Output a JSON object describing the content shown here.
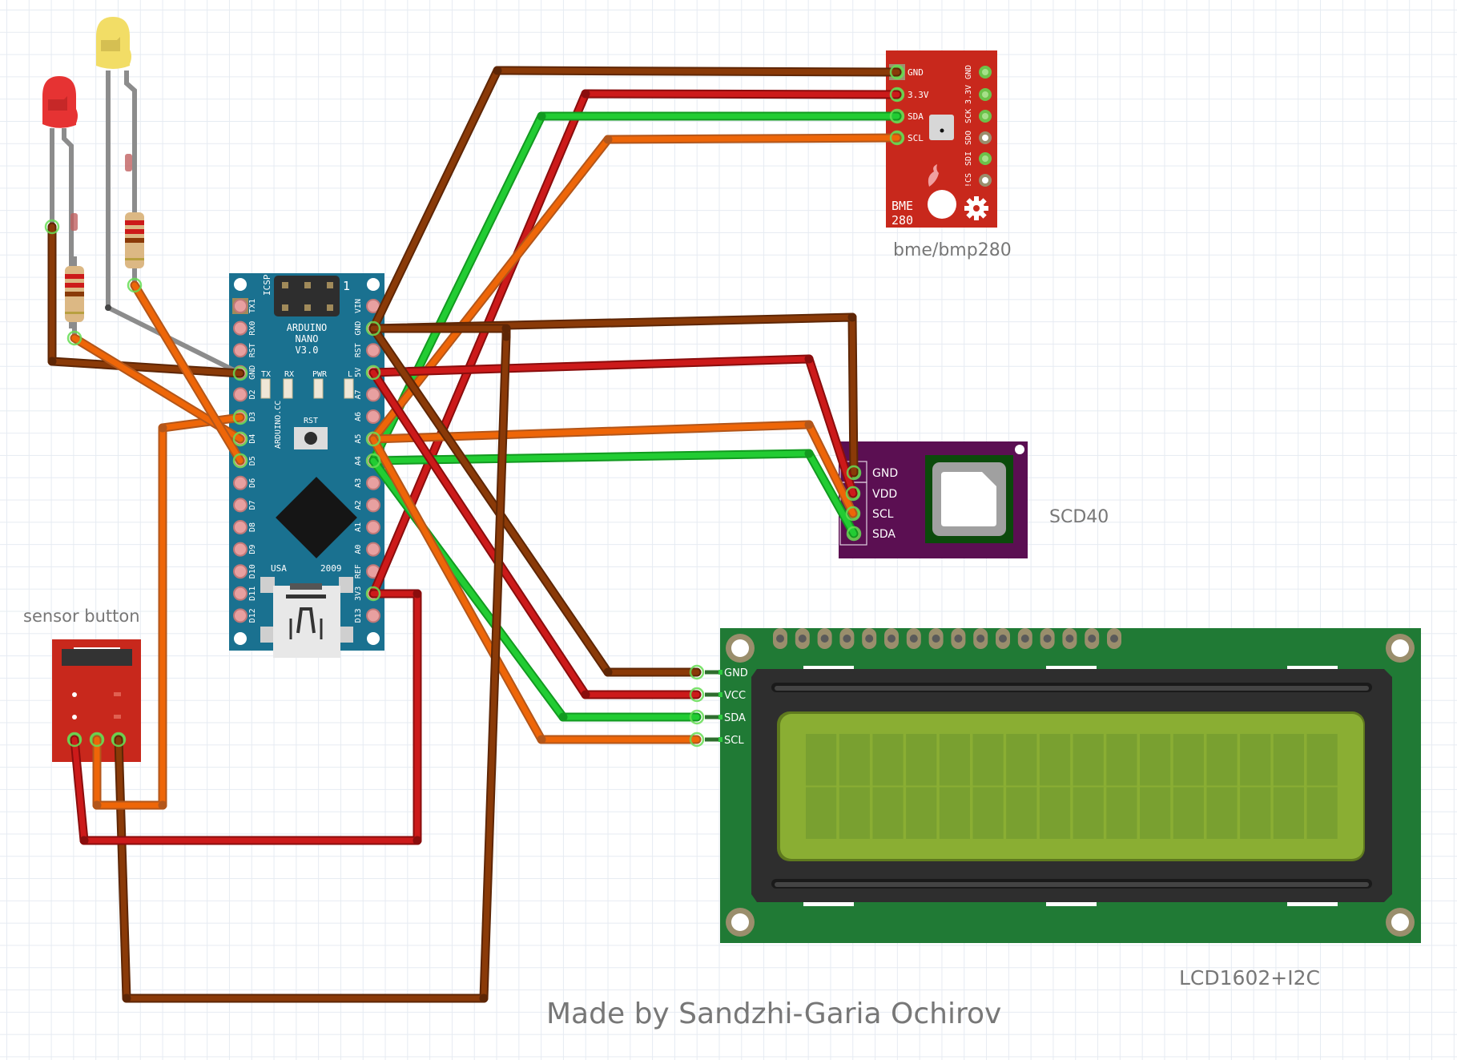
{
  "title": "Fritzing breadboard schematic",
  "credit": "Made by Sandzhi-Garia Ochirov",
  "components": {
    "arduino": {
      "board_title": [
        "ARDUINO",
        "NANO",
        "V3.0"
      ],
      "icsp_label": "ICSP",
      "icsp_pin1": "1",
      "site": "ARDUINO.CC",
      "usa": "USA",
      "year": "2009",
      "rst_button": "RST",
      "leds": [
        "TX",
        "RX",
        "PWR",
        "L"
      ],
      "left_pins": [
        "TX1",
        "RX0",
        "RST",
        "GND",
        "D2",
        "D3",
        "D4",
        "D5",
        "D6",
        "D7",
        "D8",
        "D9",
        "D10",
        "D11",
        "D12"
      ],
      "right_pins": [
        "VIN",
        "GND",
        "RST",
        "5V",
        "A7",
        "A6",
        "A5",
        "A4",
        "A3",
        "A2",
        "A1",
        "A0",
        "REF",
        "3V3",
        "D13"
      ]
    },
    "bme280": {
      "label": "bme/bmp280",
      "board_text": [
        "BME",
        "280"
      ],
      "left_pins": [
        "GND",
        "3.3V",
        "SDA",
        "SCL"
      ],
      "right_pins": [
        "GND",
        "3.3V",
        "SCK",
        "SDO",
        "SDI",
        "!CS"
      ]
    },
    "scd40": {
      "label": "SCD40",
      "pins": [
        "GND",
        "VDD",
        "SCL",
        "SDA"
      ]
    },
    "lcd": {
      "label": "LCD1602+I2C",
      "pins": [
        "GND",
        "VCC",
        "SDA",
        "SCL"
      ],
      "columns": 16,
      "rows": 2,
      "header_pins": 16
    },
    "sensor_button": {
      "label": "sensor button"
    },
    "leds": [
      {
        "color": "red"
      },
      {
        "color": "yellow"
      }
    ]
  },
  "wire_colors": {
    "gnd": "#8a3a08",
    "power": "#cc1a1a",
    "sda": "#22cc33",
    "scl": "#ee6608",
    "leg": "#8c8c8c"
  }
}
